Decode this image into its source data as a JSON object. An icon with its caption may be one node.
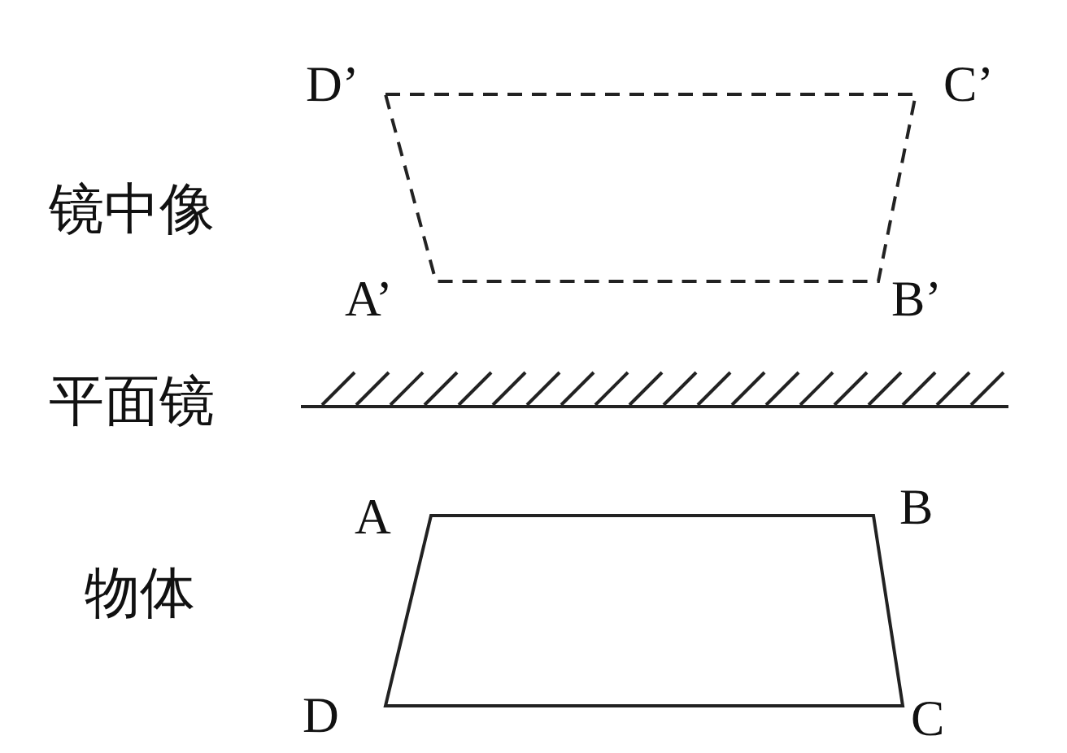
{
  "diagram": {
    "nodes": [
      {
        "text": [],
        "shape": "trapezoid"
      },
      {
        "text": [],
        "shape": "trapezoid"
      }
    ],
    "labels": [
      "D’",
      "C’",
      "镜中像",
      "A’",
      "B’",
      "平面镜",
      "A",
      "B",
      "物体",
      "D",
      "C"
    ]
  }
}
